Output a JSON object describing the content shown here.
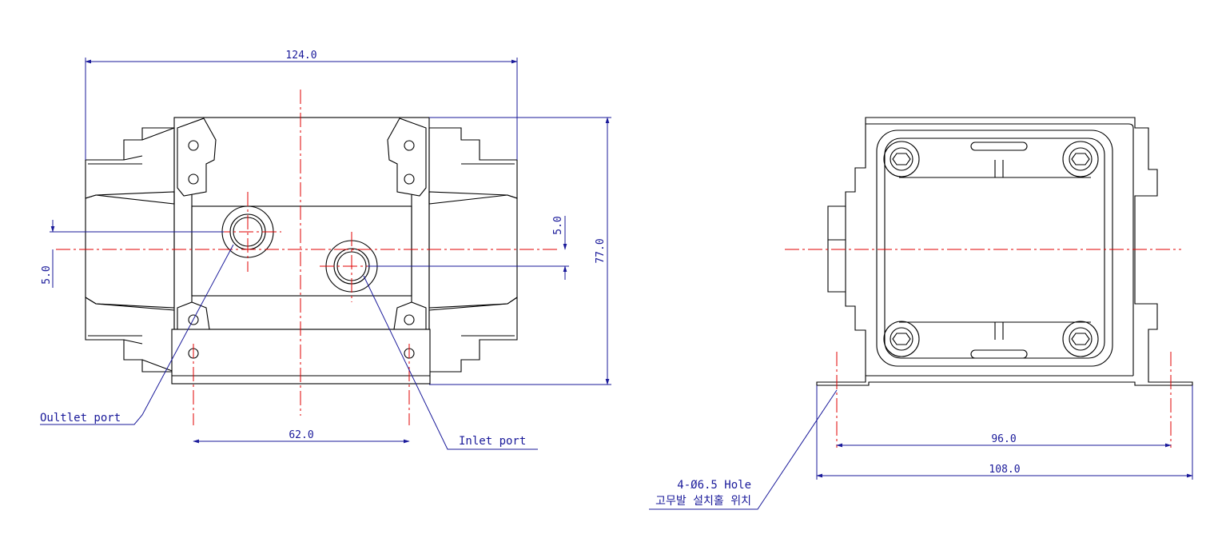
{
  "front_view": {
    "width_dim": "124.0",
    "height_dim": "77.0",
    "offset_left_dim": "5.0",
    "offset_right_dim": "5.0",
    "mount_dim": "62.0",
    "outlet_label": "Oultlet port",
    "inlet_label": "Inlet port"
  },
  "side_view": {
    "hole_span_dim": "96.0",
    "base_width_dim": "108.0",
    "hole_note_line1": "4-Ø6.5 Hole",
    "hole_note_line2": "고무발 설치홀 위치"
  },
  "colors": {
    "outline": "#000000",
    "dimension": "#1a1a9a",
    "centerline": "#e00000"
  }
}
